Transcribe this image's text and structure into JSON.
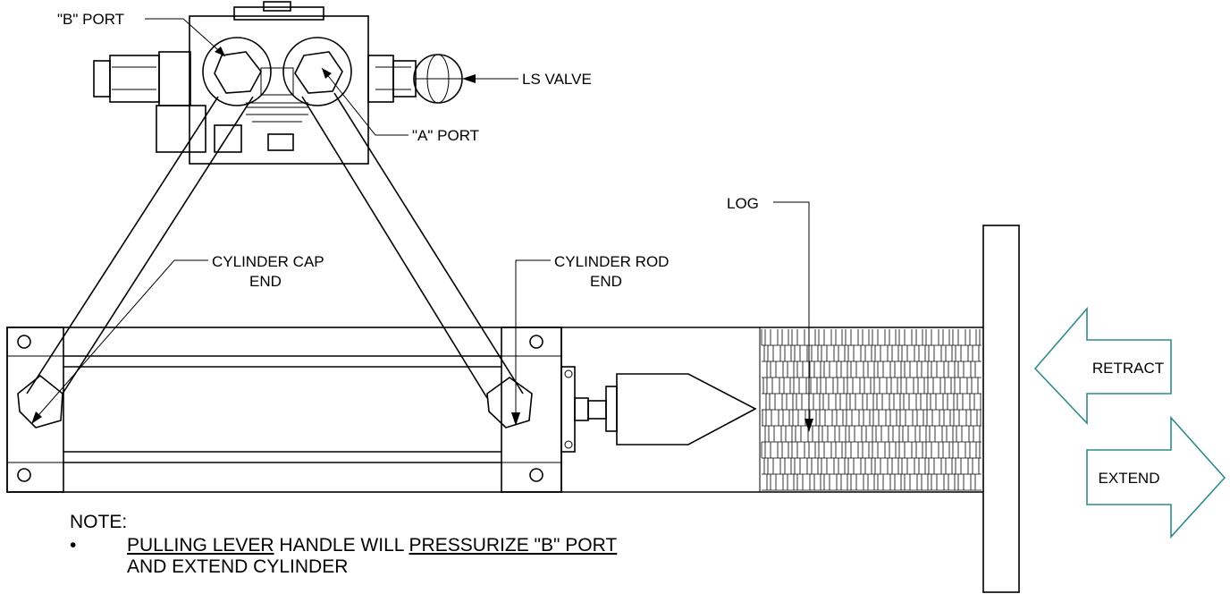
{
  "labels": {
    "b_port": "\"B\" PORT",
    "ls_valve": "LS VALVE",
    "a_port": "\"A\" PORT",
    "log": "LOG",
    "cap_end_line1": "CYLINDER CAP",
    "cap_end_line2": "END",
    "rod_end_line1": "CYLINDER ROD",
    "rod_end_line2": "END",
    "retract": "RETRACT",
    "extend": "EXTEND"
  },
  "note": {
    "heading": "NOTE:",
    "bullet": "•",
    "line1_part1": "PULLING LEVER",
    "line1_part2": " HANDLE WILL ",
    "line1_part3": "PRESSURIZE \"B\" PORT",
    "line2": "AND EXTEND CYLINDER"
  },
  "colors": {
    "line": "#000000",
    "arrow_outline": "#2e8b8b",
    "background": "#ffffff"
  }
}
